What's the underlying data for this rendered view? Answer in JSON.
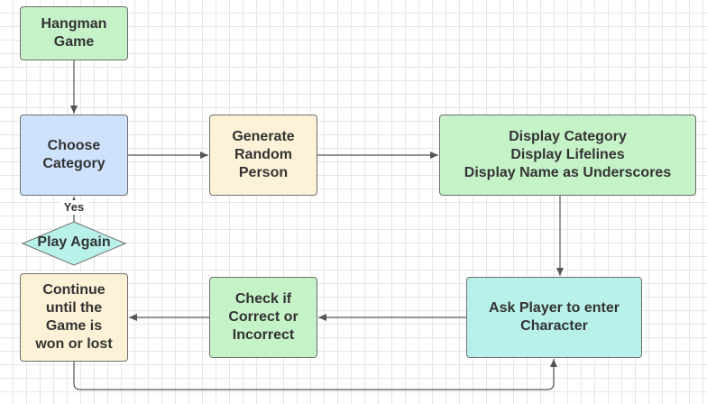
{
  "nodes": {
    "hangman_game": "Hangman\nGame",
    "choose_category": "Choose\nCategory",
    "generate_random_person": "Generate\nRandom\nPerson",
    "display_info": "Display Category\nDisplay Lifelines\nDisplay Name as Underscores",
    "ask_player": "Ask Player to enter\nCharacter",
    "check_correct": "Check if\nCorrect or\nIncorrect",
    "continue_until": "Continue\nuntil the\nGame is\nwon or lost",
    "play_again": "Play Again"
  },
  "edge_labels": {
    "yes": "Yes"
  },
  "colors": {
    "green": "#c6f2c8",
    "blue": "#cfe2fd",
    "peach": "#fdf1d7",
    "cyan": "#b8f1ea",
    "line": "#555555",
    "border": "#6f6f6f"
  }
}
